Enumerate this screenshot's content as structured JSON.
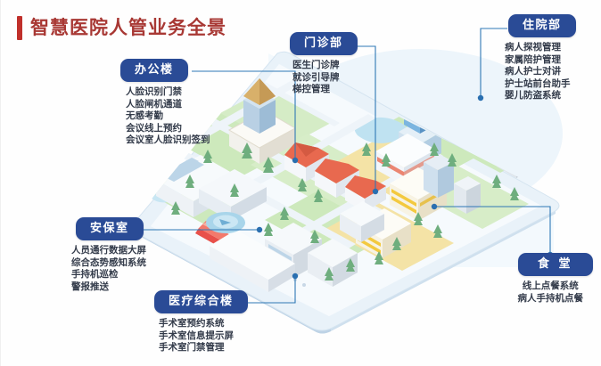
{
  "header": {
    "title": "智慧医院人管业务全景",
    "accent_bar_color": "#c0302b",
    "title_color": "#a83834"
  },
  "theme": {
    "badge_bg": "#2a4b96",
    "badge_text": "#ffffff",
    "item_text": "#333b4a",
    "connector": "#2f78b5",
    "node_dot": "#2a6fb0",
    "map_base": "#e8f1f8",
    "map_edge": "#c9d9ea",
    "grass": "#cfe8bd",
    "grass_dark": "#a8d48f",
    "road": "#f4f7fa",
    "water": "#bfe0ef",
    "sand": "#f2e2a8",
    "building_white": "#ffffff",
    "building_blue": "#8fb9dd",
    "building_gray": "#d7dde4",
    "roof_red": "#e8694f",
    "roof_tan": "#d8b06a",
    "accent_yellow": "#f5d36b",
    "tree": "#6fae7e"
  },
  "callouts": [
    {
      "id": "office",
      "badge": "办公楼",
      "items": [
        "人脸识别门禁",
        "人脸闸机通道",
        "无感考勤",
        "会议线上预约",
        "会议室人脸识别签到"
      ]
    },
    {
      "id": "outpatient",
      "badge": "门诊部",
      "items": [
        "医生门诊牌",
        "就诊引导牌",
        "梯控管理"
      ]
    },
    {
      "id": "inpatient",
      "badge": "住院部",
      "items": [
        "病人探视管理",
        "家属陪护管理",
        "病人护士对讲",
        "护士站前台助手",
        "婴儿防盗系统"
      ]
    },
    {
      "id": "security",
      "badge": "安保室",
      "items": [
        "人员通行数据大屏",
        "综合态势感知系统",
        "手持机巡检",
        "警报推送"
      ]
    },
    {
      "id": "medical",
      "badge": "医疗综合楼",
      "items": [
        "手术室预约系统",
        "手术室信息提示屏",
        "手术室门禁管理"
      ]
    },
    {
      "id": "canteen",
      "badge": "食 堂",
      "items": [
        "线上点餐系统",
        "病人手持机点餐"
      ]
    }
  ],
  "illustration": {
    "name": "isometric-hospital-campus-map",
    "description": "等轴测智慧医院园区鸟瞰插画"
  }
}
